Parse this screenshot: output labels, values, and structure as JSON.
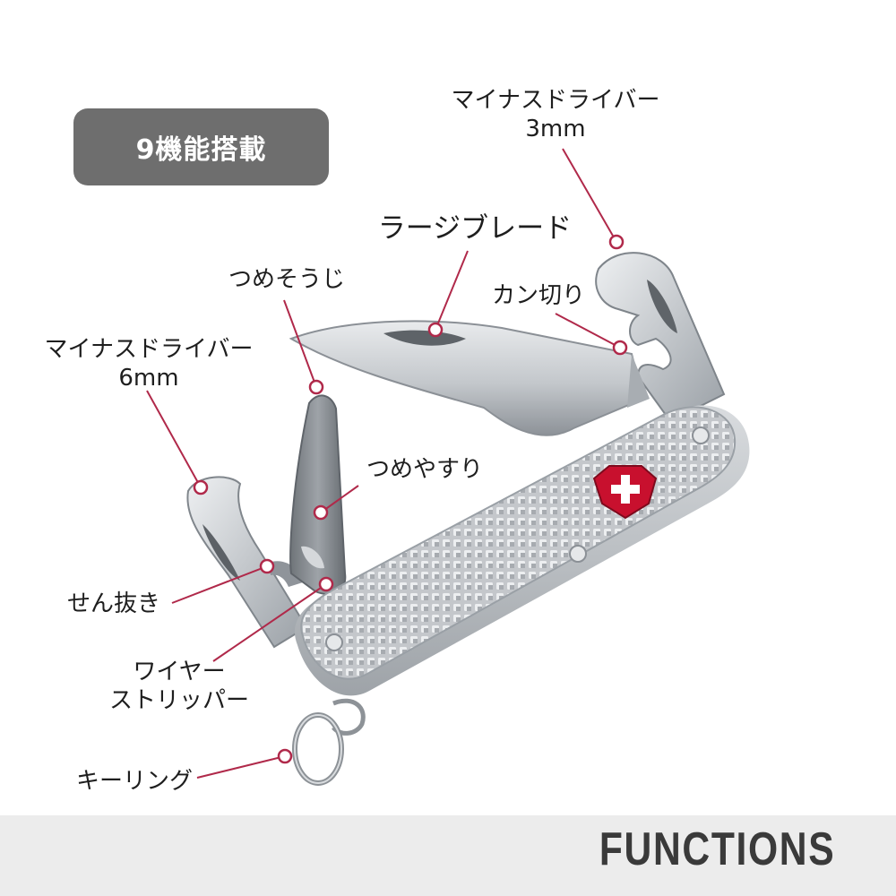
{
  "badge": {
    "text": "9機能搭載"
  },
  "labels": {
    "screwdriver_3mm_line1": "マイナスドライバー",
    "screwdriver_3mm_line2": "3mm",
    "large_blade": "ラージブレード",
    "nail_cleaner": "つめそうじ",
    "can_opener": "カン切り",
    "screwdriver_6mm_line1": "マイナスドライバー",
    "screwdriver_6mm_line2": "6mm",
    "nail_file": "つめやすり",
    "bottle_opener": "せん抜き",
    "wire_stripper_line1": "ワイヤー",
    "wire_stripper_line2": "ストリッパー",
    "key_ring": "キーリング"
  },
  "footer": {
    "title": "FUNCTIONS"
  },
  "colors": {
    "callout_line": "#b0294a",
    "badge_bg": "#6e6e6e",
    "logo_red": "#c8102e",
    "handle_silver": "#b9bcc0",
    "footer_bg": "#ececec"
  }
}
